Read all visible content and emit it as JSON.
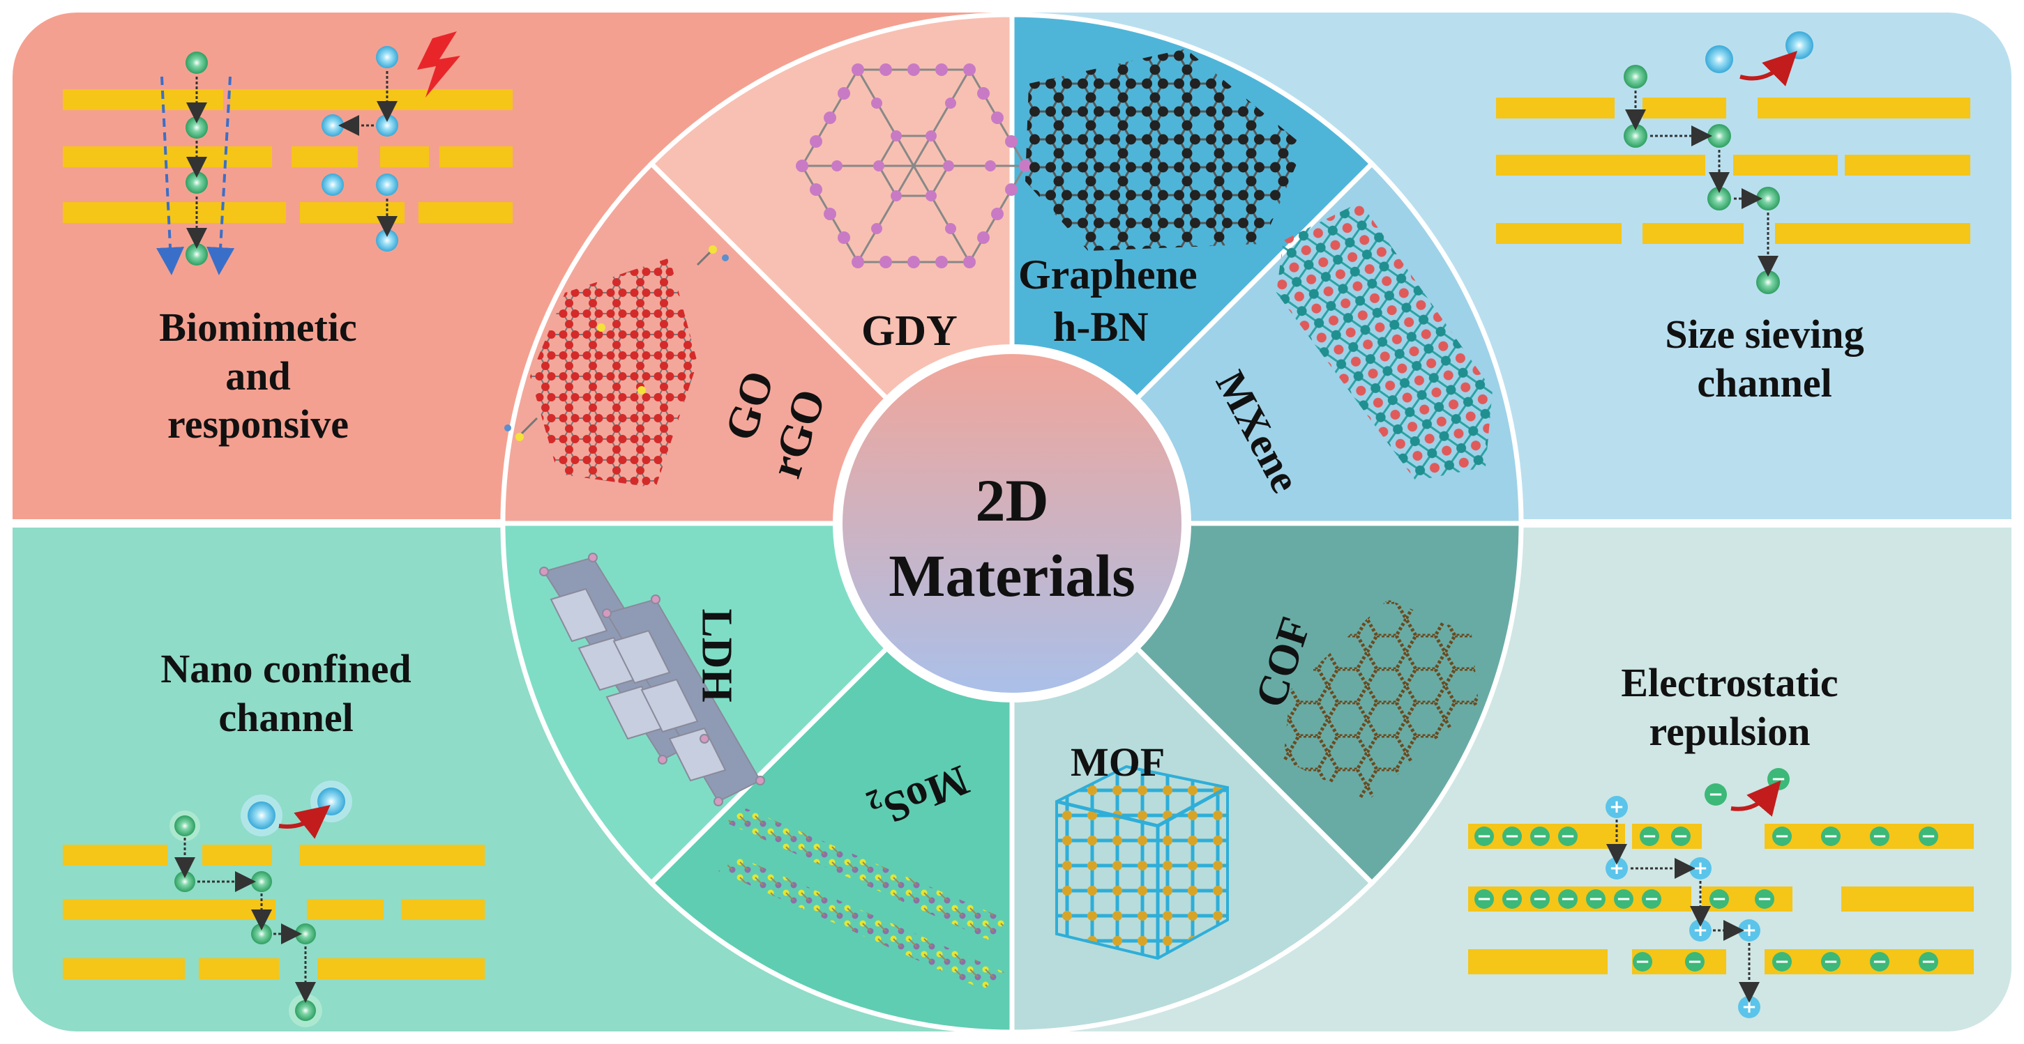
{
  "center": {
    "line1": "2D",
    "line2": "Materials"
  },
  "quadrants": {
    "top_left": {
      "lines": [
        "Biomimetic",
        "and",
        "responsive"
      ],
      "bg": "#f4a090"
    },
    "top_right": {
      "lines": [
        "Size sieving",
        "channel"
      ],
      "bg": "#b9dfef"
    },
    "bottom_left": {
      "lines": [
        "Nano confined",
        "channel"
      ],
      "bg": "#8fdcc8"
    },
    "bottom_right": {
      "lines": [
        "Electrostatic",
        "repulsion"
      ],
      "bg": "#cfe6e4"
    }
  },
  "segments": {
    "gdy": "GDY",
    "go": "GO",
    "rgo": "rGO",
    "graphene": "Graphene",
    "hbn": "h-BN",
    "mxene": "MXene",
    "cof": "COF",
    "mof": "MOF",
    "mos2": "MoS",
    "mos2_sub": "2",
    "ldh": "LDH"
  },
  "charges": {
    "neg": "−",
    "pos": "+"
  },
  "colors": {
    "layer": "#f5c518",
    "green_ion": "#3cb878",
    "blue_ion": "#5bc4ea",
    "arrow_red": "#d42020",
    "lightning": "#e8262a"
  }
}
